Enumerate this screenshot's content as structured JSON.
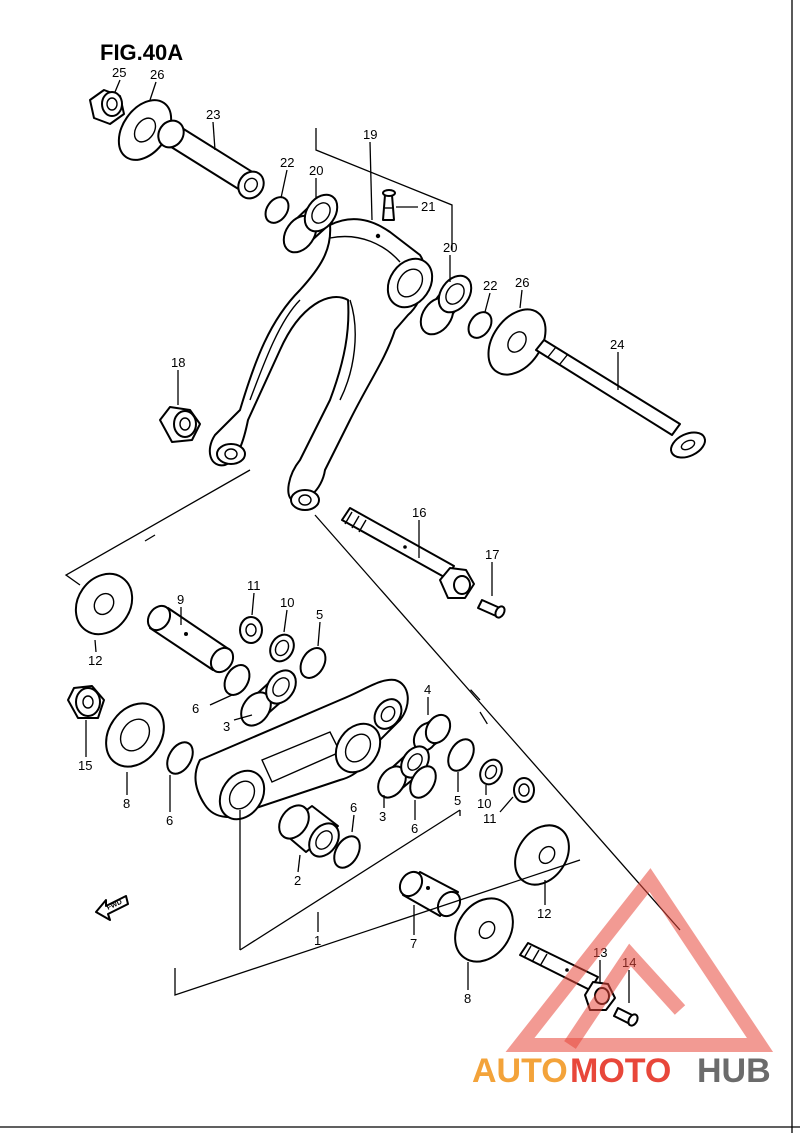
{
  "figure": {
    "title": "FIG.40A"
  },
  "fwd_label": "FWD",
  "colors": {
    "watermark_red": "#e8473a",
    "watermark_orange": "#f3a33a",
    "watermark_gray": "#6b6b6b"
  },
  "watermark": {
    "part1": "AUTO",
    "part2": "MOTO",
    "part3": "HUB"
  },
  "callouts": [
    {
      "id": "c25",
      "number": "25"
    },
    {
      "id": "c26a",
      "number": "26"
    },
    {
      "id": "c23",
      "number": "23"
    },
    {
      "id": "c19",
      "number": "19"
    },
    {
      "id": "c22a",
      "number": "22"
    },
    {
      "id": "c20a",
      "number": "20"
    },
    {
      "id": "c21",
      "number": "21"
    },
    {
      "id": "c20b",
      "number": "20"
    },
    {
      "id": "c22b",
      "number": "22"
    },
    {
      "id": "c26b",
      "number": "26"
    },
    {
      "id": "c24",
      "number": "24"
    },
    {
      "id": "c18",
      "number": "18"
    },
    {
      "id": "c16",
      "number": "16"
    },
    {
      "id": "c17",
      "number": "17"
    },
    {
      "id": "c11a",
      "number": "11"
    },
    {
      "id": "c10a",
      "number": "10"
    },
    {
      "id": "c9",
      "number": "9"
    },
    {
      "id": "c5a",
      "number": "5"
    },
    {
      "id": "c12a",
      "number": "12"
    },
    {
      "id": "c6a",
      "number": "6"
    },
    {
      "id": "c3a",
      "number": "3"
    },
    {
      "id": "c4",
      "number": "4"
    },
    {
      "id": "c15",
      "number": "15"
    },
    {
      "id": "c8a",
      "number": "8"
    },
    {
      "id": "c6b",
      "number": "6"
    },
    {
      "id": "c6c",
      "number": "6"
    },
    {
      "id": "c3b",
      "number": "3"
    },
    {
      "id": "c6d",
      "number": "6"
    },
    {
      "id": "c5b",
      "number": "5"
    },
    {
      "id": "c10b",
      "number": "10"
    },
    {
      "id": "c11b",
      "number": "11"
    },
    {
      "id": "c2",
      "number": "2"
    },
    {
      "id": "c12b",
      "number": "12"
    },
    {
      "id": "c1",
      "number": "1"
    },
    {
      "id": "c7",
      "number": "7"
    },
    {
      "id": "c8b",
      "number": "8"
    },
    {
      "id": "c13",
      "number": "13"
    },
    {
      "id": "c14",
      "number": "14"
    }
  ]
}
